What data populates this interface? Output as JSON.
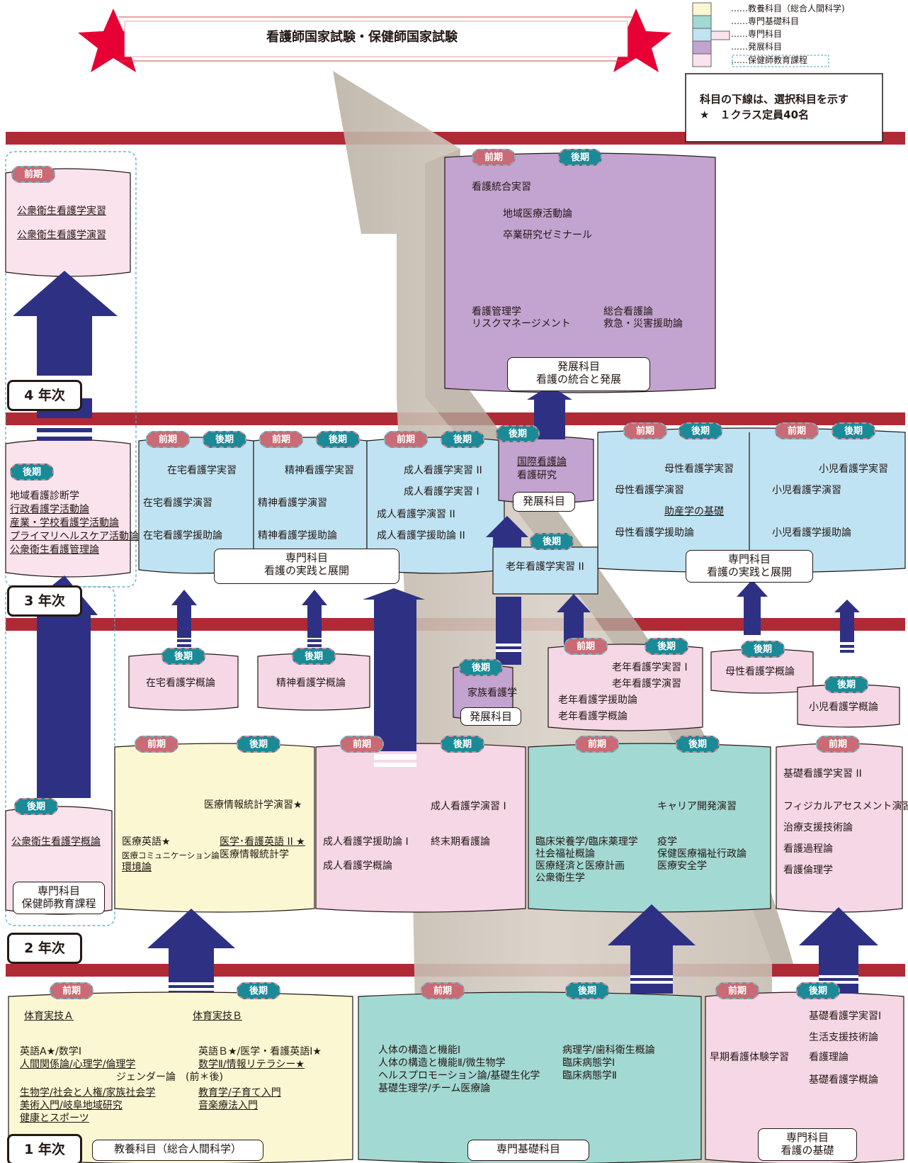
{
  "title": "看護師国家試験・保健師国家試験",
  "note": {
    "line1": "科目の下線は、選択科目を示す",
    "line2": "★　１クラス定員40名"
  },
  "legend": [
    {
      "color": "#fbf7d2",
      "text": "……教養科目（総合人間科学)"
    },
    {
      "color": "#a3d9d3",
      "text": "……専門基礎科目"
    },
    {
      "color": "#bfe3f2",
      "text": "……専門科目"
    },
    {
      "color": "#c3a3d0",
      "text": "……発展科目"
    },
    {
      "color": "#fbe3ee",
      "text": "……保健師教育課程"
    }
  ],
  "terms": {
    "zenki": "前期",
    "kouki": "後期"
  },
  "years": {
    "y1": "1 年次",
    "y2": "2 年次",
    "y3": "3 年次",
    "y4": "4 年次"
  },
  "hoken4": {
    "s1": "公衆衛生看護学実習",
    "s2": "公衆衛生看護学演習"
  },
  "hoken3": {
    "s1": "地域看護診断学",
    "s2": "行政看護学活動論",
    "s3": "産業・学校看護学活動論",
    "s4": "プライマリヘルスケア活動論",
    "s5": "公衆衛生看護管理論"
  },
  "hoken2": {
    "s1": "公衆衛生看護学概論",
    "cap1": "専門科目",
    "cap2": "保健師教育課程"
  },
  "hatten4": {
    "s1": "看護統合実習",
    "s2": "地域医療活動論",
    "s3": "卒業研究ゼミナール",
    "s4a": "看護管理学",
    "s4b": "リスクマネージメント",
    "s5a": "総合看護論",
    "s5b": "救急・災害援助論",
    "cap1": "発展科目",
    "cap2": "看護の統合と発展"
  },
  "zaitaku3": {
    "s1": "在宅看護学実習",
    "s2": "在宅看護学演習",
    "s3": "在宅看護学援助論"
  },
  "seishin3": {
    "s1": "精神看護学実習",
    "s2": "精神看護学演習",
    "s3": "精神看護学援助論"
  },
  "seijin3": {
    "s1": "成人看護学実習 II",
    "s2": "成人看護学実習 I",
    "s3": "成人看護学演習 II",
    "s4": "成人看護学援助論 II"
  },
  "kokusai3": {
    "s1": "国際看護論",
    "s2": "看護研究",
    "cap": "発展科目"
  },
  "senmon3cap": {
    "cap1": "専門科目",
    "cap2": "看護の実践と展開"
  },
  "ronen3": {
    "s1": "老年看護学実習 II"
  },
  "boshi3": {
    "s1": "母性看護学実習",
    "s2": "母性看護学演習",
    "s3": "助産学の基礎",
    "s4": "母性看護学援助論",
    "s5": "小児看護学実習",
    "s6": "小児看護学演習",
    "s7": "小児看護学援助論"
  },
  "y25": {
    "zaitaku": "在宅看護学概論",
    "seishin": "精神看護学概論",
    "kazoku": "家族看護学",
    "kazokuCap": "発展科目",
    "ronen1": "老年看護学実習 I",
    "ronen2": "老年看護学演習",
    "ronen3": "老年看護学援助論",
    "ronen4": "老年看護学概論",
    "bosei": "母性看護学概論",
    "shoni": "小児看護学概論"
  },
  "kyoyo2": {
    "s1": "医療情報統計学演習★",
    "s2": "医療英語★",
    "s3": "医療コミュニケーション論",
    "s4": "環境論",
    "s5": "医学･看護英語 II ★",
    "s6": "医療情報統計学"
  },
  "seijin2": {
    "s1": "成人看護学演習 I",
    "s2": "成人看護学援助論 I",
    "s3": "終末期看護論",
    "s4": "成人看護学概論"
  },
  "kiso2": {
    "s1": "キャリア開発演習",
    "s2": "臨床栄養学/臨床薬理学",
    "s3": "社会福祉概論",
    "s4": "医療経済と医療計画",
    "s5": "公衆衛生学",
    "s6": "疫学",
    "s7": "保健医療福祉行政論",
    "s8": "医療安全学"
  },
  "kango2": {
    "s1": "基礎看護学実習 II",
    "s2": "フィジカルアセスメント演習",
    "s3": "治療支援技術論",
    "s4": "看護過程論",
    "s5": "看護倫理学"
  },
  "kyoyo1": {
    "s1": "体育実技Ａ",
    "s2": "体育実技Ｂ",
    "s3": "英語A★/数学Ⅰ",
    "s4": "人間関係論/心理学/倫理学",
    "s5": "ジェンダー論　(前＊後)",
    "s6": "生物学/社会と人権/家族社会学",
    "s7": "美術入門/岐阜地域研究",
    "s8": "健康とスポーツ",
    "s9": "英語Ｂ★/医学・看護英語Ⅰ★",
    "s10": "数学Ⅱ/情報リテラシー★",
    "s11": "教育学/子育て入門",
    "s12": "音楽療法入門",
    "cap": "教養科目（総合人間科学）"
  },
  "kiso1": {
    "s1": "人体の構造と機能Ⅰ",
    "s2": "人体の構造と機能Ⅱ/微生物学",
    "s3": "ヘルスプロモーション論/基礎生化学",
    "s4": "基礎生理学/チーム医療論",
    "s5": "病理学/歯科衛生概論",
    "s6": "臨床病態学Ⅰ",
    "s7": "臨床病態学Ⅱ",
    "cap": "専門基礎科目"
  },
  "kango1": {
    "s1": "早期看護体験学習",
    "s2": "基礎看護学実習Ⅰ",
    "s3": "生活支援技術論",
    "s4": "看護理論",
    "s5": "基礎看護学概論",
    "cap1": "専門科目",
    "cap2": "看護の基礎"
  }
}
